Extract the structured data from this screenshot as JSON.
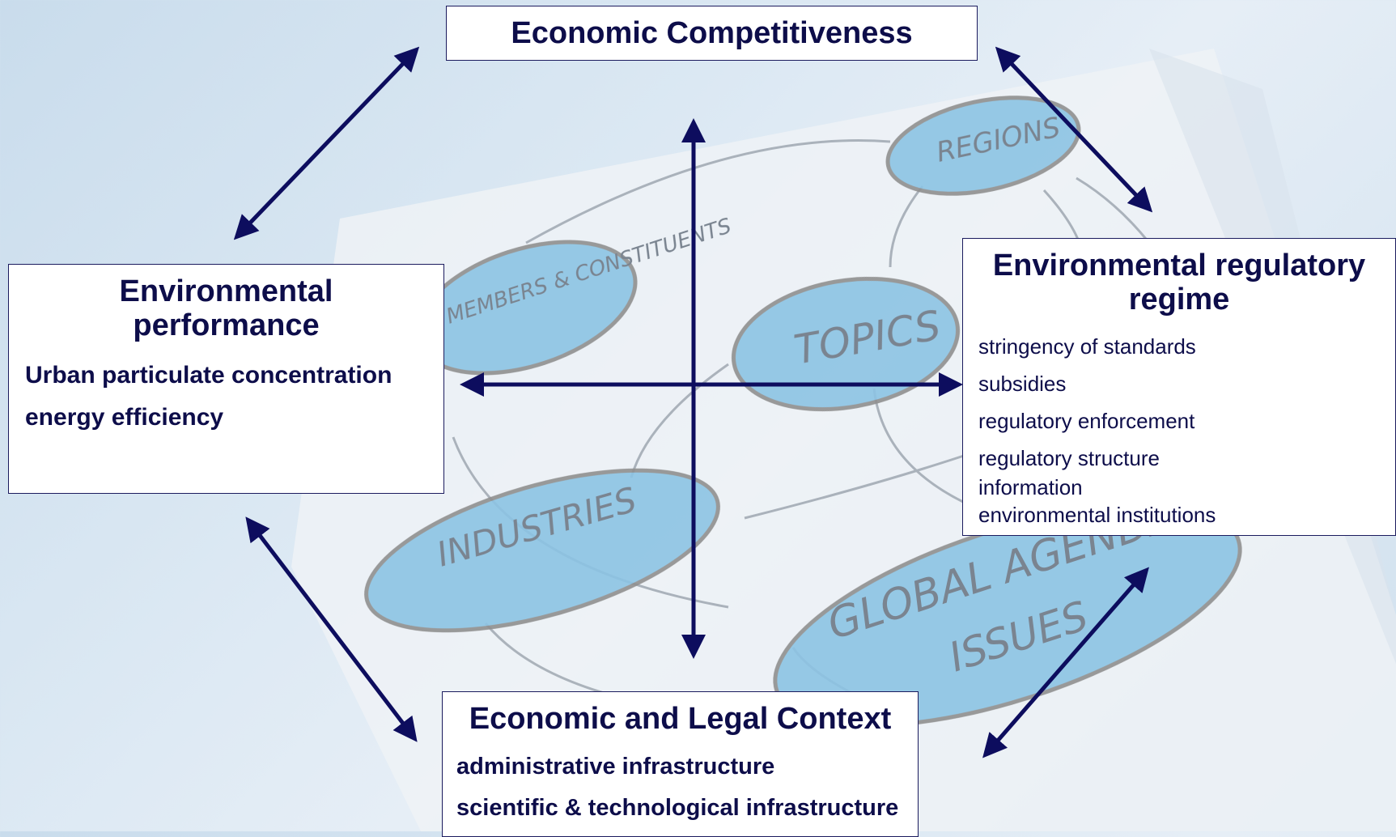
{
  "background": {
    "sketch_labels": [
      "REGIONS",
      "MEMBERS & CONSTITUENTS",
      "TOPICS",
      "INDUSTRIES",
      "GLOBAL AGENDA",
      "ISSUES"
    ],
    "ellipse_fill": "#8cc3e4",
    "paper_color": "#f3f5f7"
  },
  "boxes": {
    "competitiveness": {
      "title": "Economic Competitiveness"
    },
    "performance": {
      "title_line1": "Environmental",
      "title_line2": "performance",
      "items": [
        "Urban particulate concentration",
        "energy  efficiency"
      ]
    },
    "regulatory": {
      "title_line1": "Environmental regulatory",
      "title_line2": "regime",
      "items": [
        "stringency of standards",
        "subsidies",
        "regulatory enforcement",
        "regulatory structure",
        "information",
        "environmental institutions"
      ]
    },
    "context": {
      "title": "Economic and Legal Context",
      "items": [
        "administrative infrastructure",
        "scientific & technological infrastructure"
      ]
    }
  },
  "colors": {
    "arrow": "#0d0d5e",
    "text": "#0d0d4a",
    "border": "#1b1b5e"
  }
}
